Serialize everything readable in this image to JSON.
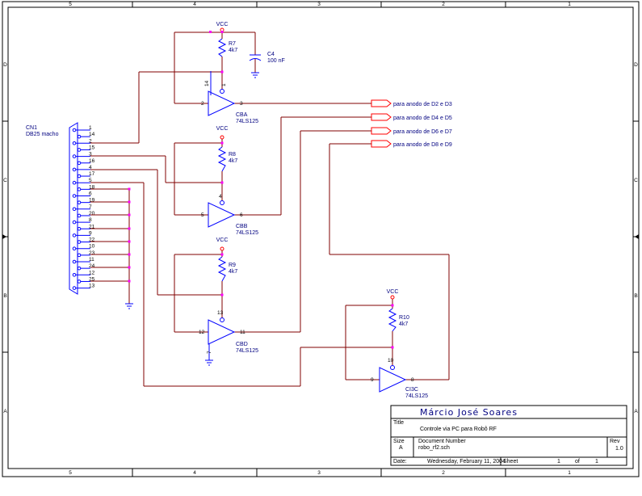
{
  "border": {
    "columns": [
      "5",
      "4",
      "3",
      "2",
      "1"
    ],
    "rows": [
      "D",
      "C",
      "B",
      "A"
    ]
  },
  "connector": {
    "ref": "CN1",
    "type": "DB25 macho",
    "pins": [
      "1",
      "14",
      "2",
      "15",
      "3",
      "16",
      "4",
      "17",
      "5",
      "18",
      "6",
      "19",
      "7",
      "20",
      "8",
      "21",
      "9",
      "22",
      "10",
      "23",
      "11",
      "24",
      "12",
      "25",
      "13"
    ]
  },
  "parts": {
    "vcc": "VCC",
    "r7": {
      "ref": "R7",
      "value": "4k7"
    },
    "r8": {
      "ref": "R8",
      "value": "4k7"
    },
    "r9": {
      "ref": "R9",
      "value": "4k7"
    },
    "r10": {
      "ref": "R10",
      "value": "4k7"
    },
    "c4": {
      "ref": "C4",
      "value": "100 nF"
    },
    "cba": {
      "ref": "CBA",
      "value": "74LS125",
      "in": "2",
      "out": "3",
      "en": "1",
      "pwr": "14"
    },
    "cbb": {
      "ref": "CBB",
      "value": "74LS125",
      "in": "5",
      "out": "6",
      "en": "4"
    },
    "cbd": {
      "ref": "CBD",
      "value": "74LS125",
      "in": "12",
      "out": "11",
      "en": "13",
      "gnd": "7"
    },
    "ci3c": {
      "ref": "CI3C",
      "value": "74LS125",
      "in": "9",
      "out": "8",
      "en": "10"
    }
  },
  "ports": [
    "para anodo de D2 e D3",
    "para anodo de D4 e D5",
    "para anodo de D6 e D7",
    "para anodo de D8 e D9"
  ],
  "title_block": {
    "author": "Márcio José Soares",
    "title_label": "Title",
    "title": "Controle via PC para Robô RF",
    "size_label": "Size",
    "size": "A",
    "docnum_label": "Document Number",
    "docnum": "robo_rf2.sch",
    "rev_label": "Rev",
    "rev": "1.0",
    "date_label": "Date:",
    "date": "Wednesday, February 11, 2004",
    "sheet_label": "Sheet",
    "sheet": "1",
    "of_label": "of",
    "sheets": "1"
  }
}
